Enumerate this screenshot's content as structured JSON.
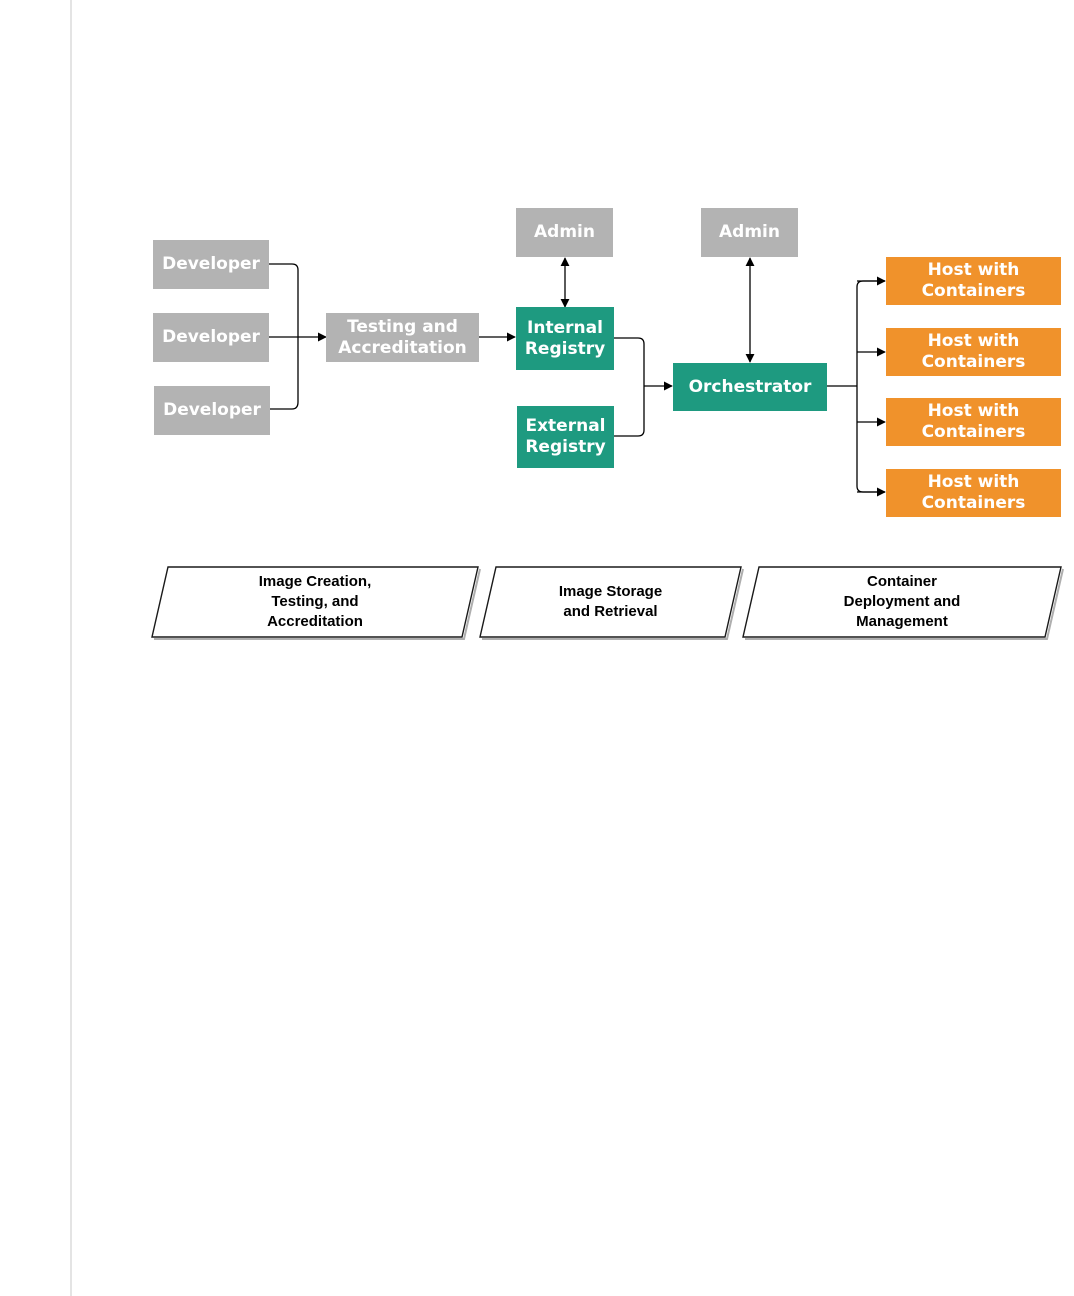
{
  "diagram": {
    "developers": [
      "Developer",
      "Developer",
      "Developer"
    ],
    "testing": "Testing and\nAccreditation",
    "admins": [
      "Admin",
      "Admin"
    ],
    "internal_registry": "Internal\nRegistry",
    "external_registry": "External\nRegistry",
    "orchestrator": "Orchestrator",
    "hosts": [
      "Host with\nContainers",
      "Host with\nContainers",
      "Host with\nContainers",
      "Host with\nContainers"
    ]
  },
  "phases": [
    "Image Creation,\nTesting, and\nAccreditation",
    "Image Storage\nand Retrieval",
    "Container\nDeployment and\nManagement"
  ],
  "colors": {
    "actor_gray": "#b3b3b3",
    "registry_teal": "#1e9a80",
    "host_orange": "#f0922b",
    "line": "#000000"
  }
}
